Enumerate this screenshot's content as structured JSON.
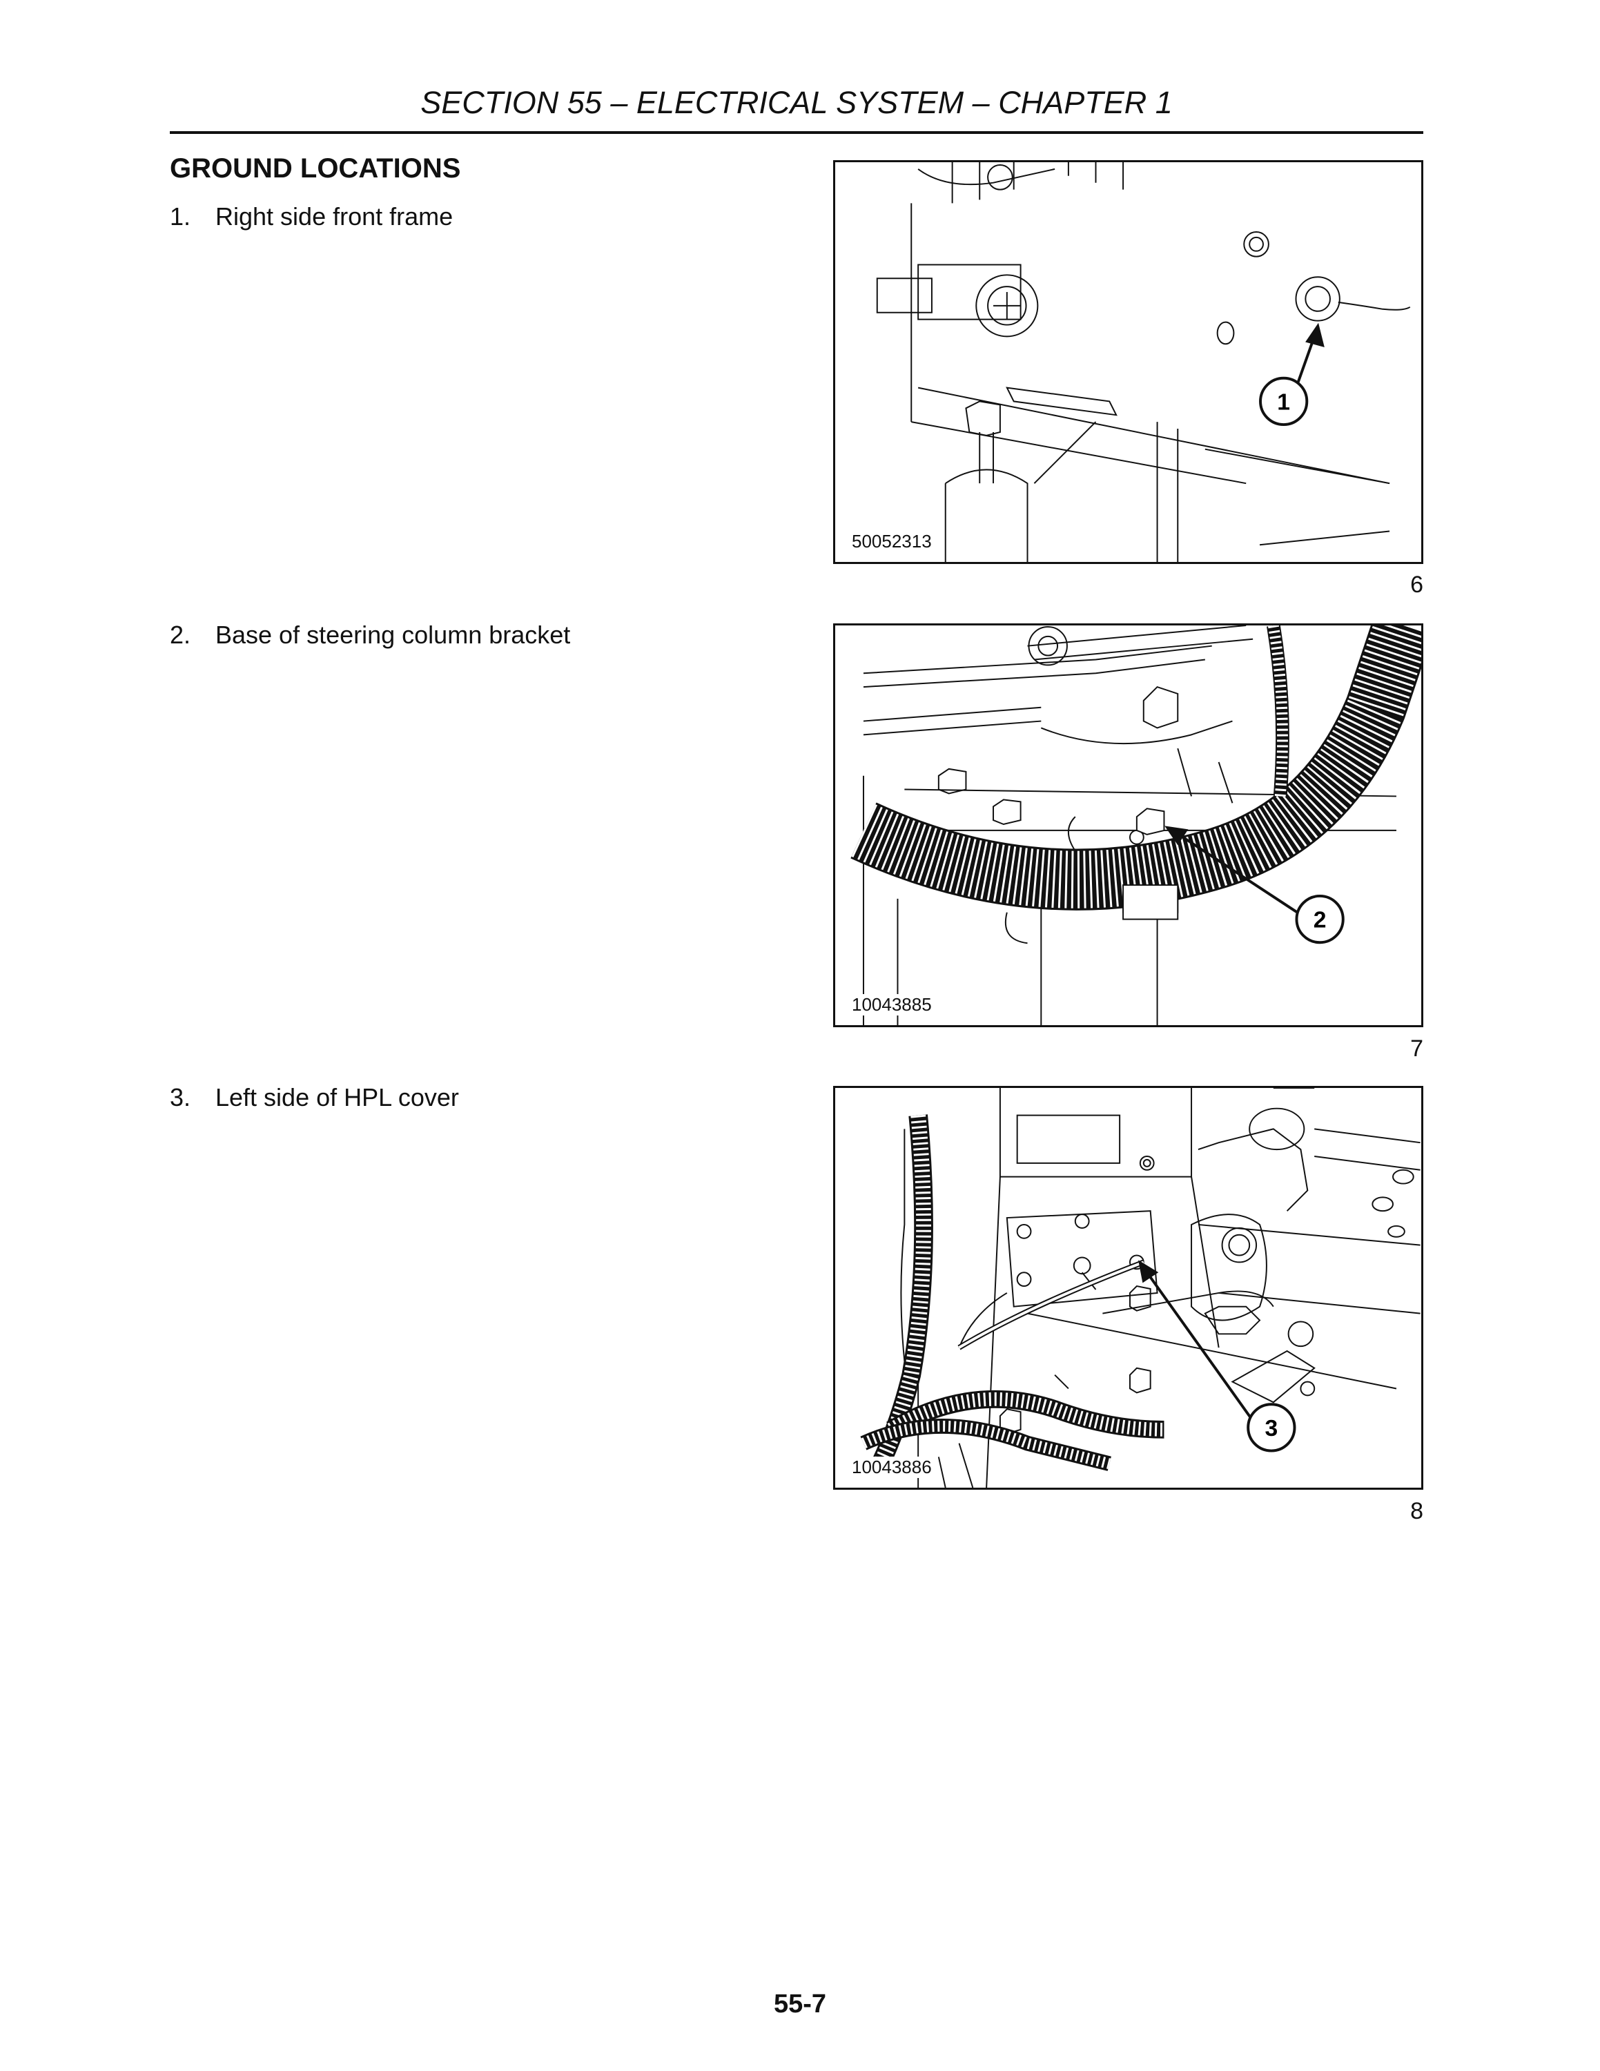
{
  "header": {
    "title": "SECTION 55 – ELECTRICAL SYSTEM – CHAPTER 1"
  },
  "section_heading": "GROUND LOCATIONS",
  "items": [
    {
      "number": "1.",
      "text": "Right side front frame"
    },
    {
      "number": "2.",
      "text": "Base of steering column bracket"
    },
    {
      "number": "3.",
      "text": "Left side of HPL cover"
    }
  ],
  "figures": [
    {
      "code": "50052313",
      "callout": "1",
      "figure_number": "6"
    },
    {
      "code": "10043885",
      "callout": "2",
      "figure_number": "7"
    },
    {
      "code": "10043886",
      "callout": "3",
      "figure_number": "8"
    }
  ],
  "footer": {
    "page_number": "55-7"
  }
}
